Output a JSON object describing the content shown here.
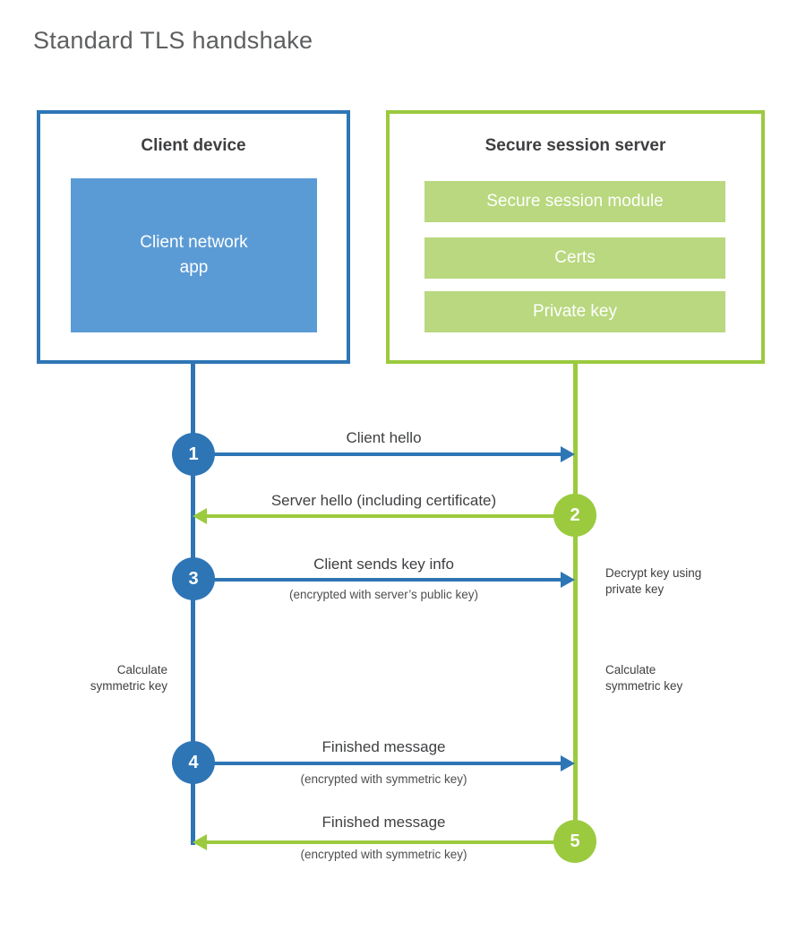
{
  "page": {
    "title": "Standard TLS handshake"
  },
  "colors": {
    "client_accent": "#2e75b5",
    "client_fill": "#5b9bd5",
    "server_accent": "#9bca3e",
    "server_fill": "#b9d87f",
    "heading_text": "#3e3f41",
    "label_text": "#3f4042",
    "title_text": "#5e5f61",
    "inner_text": "#ffffff"
  },
  "client": {
    "title": "Client device",
    "app_label": "Client network app"
  },
  "server": {
    "title": "Secure session server",
    "modules": [
      {
        "label": "Secure session module"
      },
      {
        "label": "Certs"
      },
      {
        "label": "Private key"
      }
    ]
  },
  "handshake": {
    "steps": [
      {
        "num": "1",
        "actor": "client",
        "direction": "right",
        "label": "Client hello",
        "sublabel": ""
      },
      {
        "num": "2",
        "actor": "server",
        "direction": "left",
        "label": "Server hello (including certificate)",
        "sublabel": ""
      },
      {
        "num": "3",
        "actor": "client",
        "direction": "right",
        "label": "Client sends key info",
        "sublabel": "(encrypted with server’s public key)"
      },
      {
        "num": "4",
        "actor": "client",
        "direction": "right",
        "label": "Finished message",
        "sublabel": "(encrypted with symmetric key)"
      },
      {
        "num": "5",
        "actor": "server",
        "direction": "left",
        "label": "Finished message",
        "sublabel": "(encrypted with symmetric key)"
      }
    ],
    "annotations": {
      "decrypt_note": "Decrypt key using private key",
      "calculate_left": "Calculate symmetric key",
      "calculate_right": "Calculate symmetric key"
    }
  }
}
